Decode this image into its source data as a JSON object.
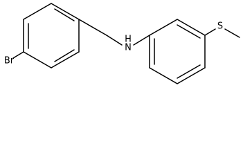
{
  "molecule": {
    "atoms": {
      "bromine": "Br",
      "nitrogen": "N",
      "nitrogen_hydrogen": "H",
      "sulfur": "S"
    }
  }
}
